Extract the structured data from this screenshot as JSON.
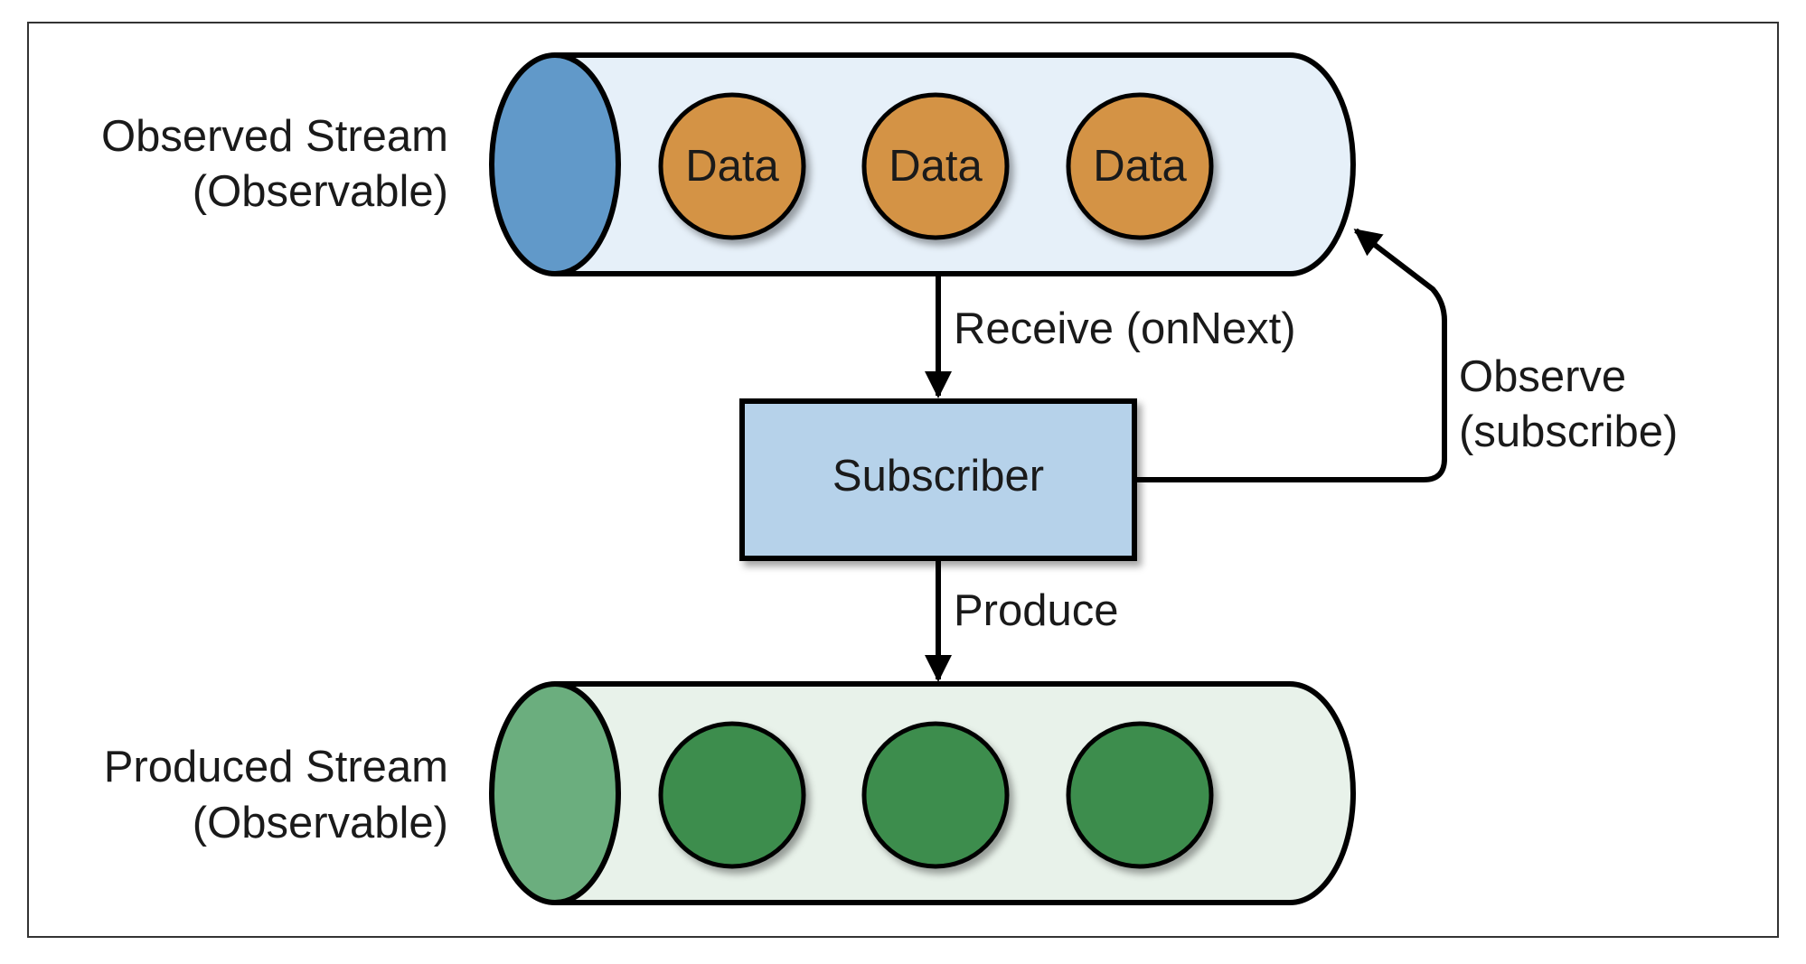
{
  "colors": {
    "frame_border": "#333333",
    "observed_cap": "#6199c9",
    "observed_body": "#e6f0f9",
    "data_node": "#d49344",
    "subscriber_fill": "#b6d2ea",
    "produced_cap": "#6bae7e",
    "produced_body": "#e8f2ea",
    "produced_node": "#3d8d4d",
    "stroke": "#000000"
  },
  "observed_stream": {
    "label_line1": "Observed Stream",
    "label_line2": "(Observable)",
    "items": [
      "Data",
      "Data",
      "Data"
    ]
  },
  "subscriber": {
    "label": "Subscriber"
  },
  "edges": {
    "receive": "Receive (onNext)",
    "observe_line1": "Observe",
    "observe_line2": "(subscribe)",
    "produce": "Produce"
  },
  "produced_stream": {
    "label_line1": "Produced Stream",
    "label_line2": "(Observable)",
    "item_count": 3
  }
}
